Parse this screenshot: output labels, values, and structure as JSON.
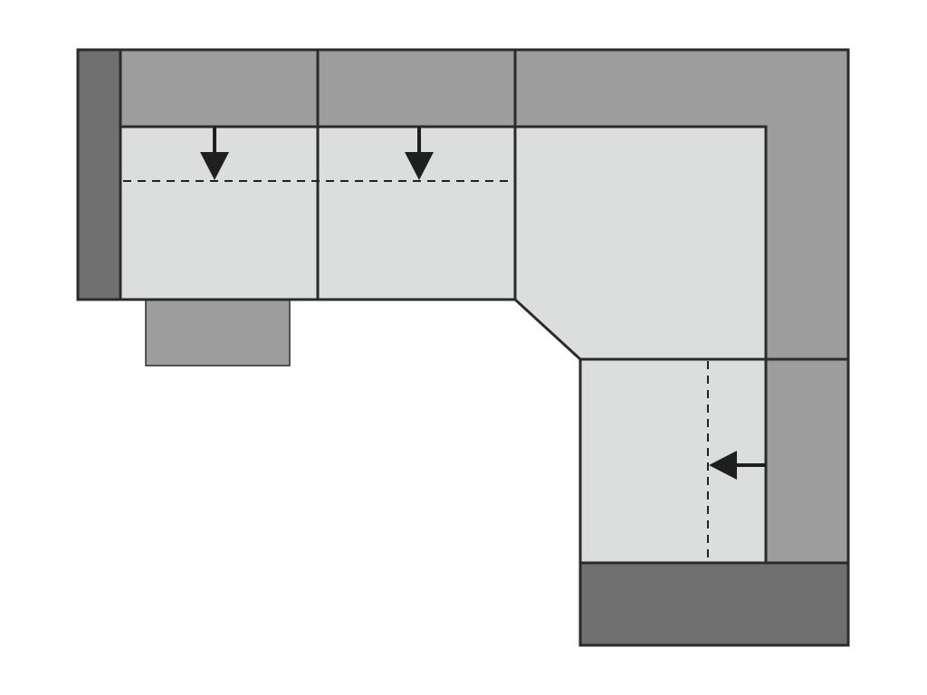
{
  "diagram": {
    "type": "sofa-floor-plan",
    "colors": {
      "background": "#ffffff",
      "seat": "#dcdedd",
      "backrest": "#9c9d9c",
      "armrest": "#707070",
      "footstool": "#9c9d9c",
      "outline": "#2b2b2b",
      "marker": "#1f1f1f"
    },
    "modules": [
      {
        "name": "seat-left",
        "extendable": true,
        "extend_direction": "down"
      },
      {
        "name": "seat-middle",
        "extendable": true,
        "extend_direction": "down"
      },
      {
        "name": "corner-seat",
        "extendable": false
      },
      {
        "name": "seat-chaise",
        "extendable": true,
        "extend_direction": "left"
      }
    ],
    "accessories": [
      "left-armrest",
      "bottom-armrest",
      "footstool"
    ]
  }
}
